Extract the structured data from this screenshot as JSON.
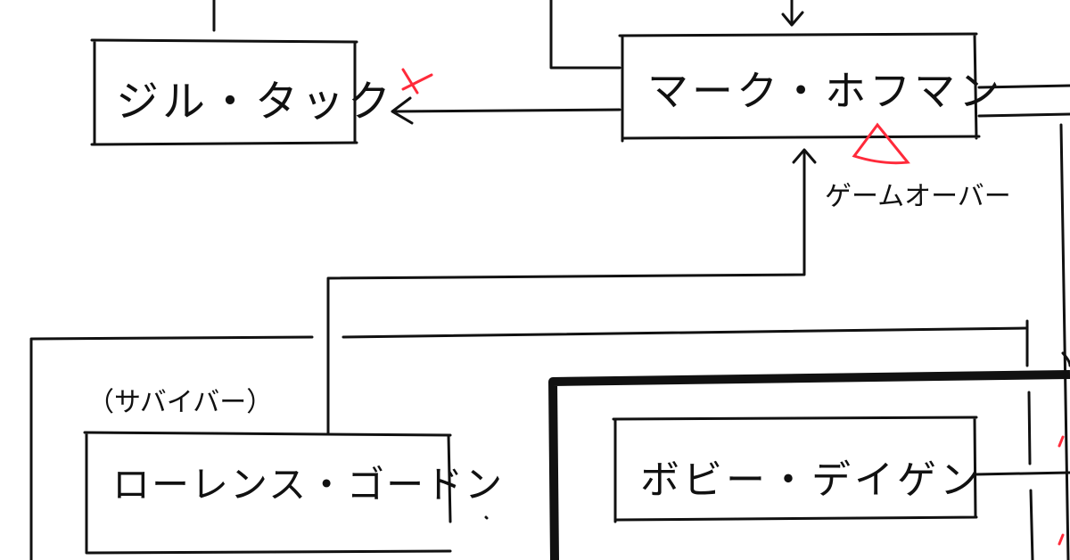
{
  "nodes": {
    "jill": "ジル・タック",
    "mark": "マーク・ホフマン",
    "lawrence": "ローレンス・ゴードン",
    "bobby": "ボビー・デイゲン"
  },
  "labels": {
    "game_over": "ゲームオーバー",
    "survivor": "（サバイバー）"
  },
  "colors": {
    "ink": "#111111",
    "mark_red": "#ff2a3a"
  }
}
